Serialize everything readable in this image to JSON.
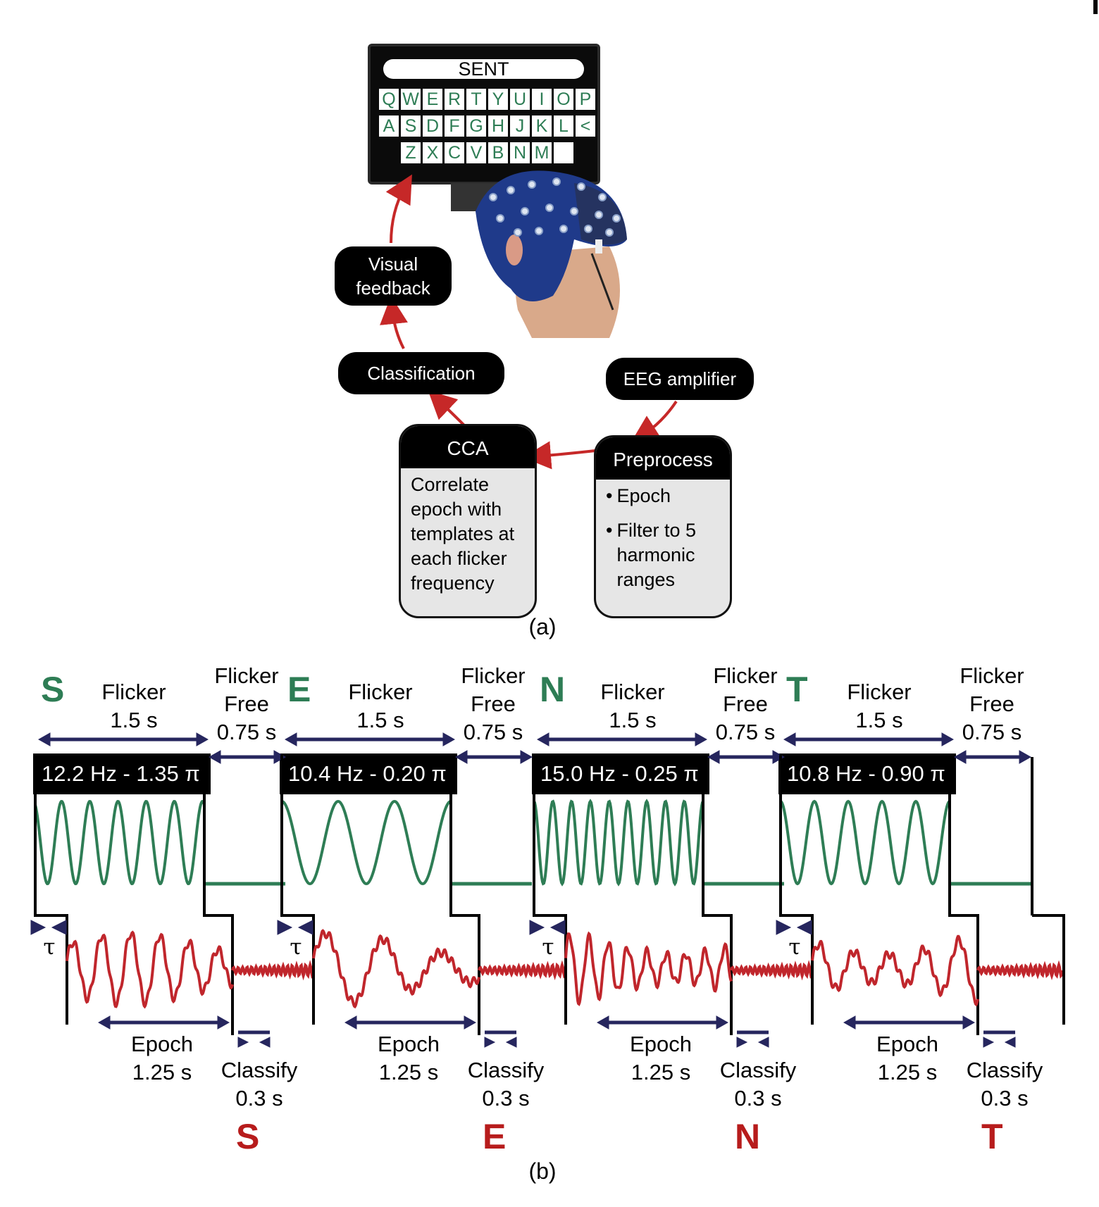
{
  "panel_a": {
    "caption": "(a)",
    "monitor": {
      "typed_text": "SENT",
      "keyboard_rows": [
        [
          "Q",
          "W",
          "E",
          "R",
          "T",
          "Y",
          "U",
          "I",
          "O",
          "P"
        ],
        [
          "A",
          "S",
          "D",
          "F",
          "G",
          "H",
          "J",
          "K",
          "L",
          "<"
        ],
        [
          "Z",
          "X",
          "C",
          "V",
          "B",
          "N",
          "M",
          ""
        ]
      ]
    },
    "nodes": {
      "visual_feedback": "Visual feedback",
      "classification": "Classification",
      "eeg_amplifier": "EEG amplifier",
      "cca": {
        "title": "CCA",
        "body": "Correlate epoch with templates at each flicker frequency"
      },
      "preprocess": {
        "title": "Preprocess",
        "bullets": [
          "Epoch",
          "Filter to 5 harmonic ranges"
        ]
      }
    }
  },
  "panel_b": {
    "caption": "(b)",
    "flicker_label": "Flicker",
    "flicker_duration": "1.5 s",
    "flicker_free_label_1": "Flicker",
    "flicker_free_label_2": "Free",
    "flicker_free_duration": "0.75 s",
    "tau": "τ",
    "epoch_label": "Epoch",
    "epoch_duration": "1.25 s",
    "classify_label": "Classify",
    "classify_duration": "0.3 s",
    "segments": [
      {
        "target": "S",
        "stimulus": "12.2 Hz - 1.35 π",
        "frequency_hz": 12.2,
        "phase_pi": 1.35,
        "output": "S"
      },
      {
        "target": "E",
        "stimulus": "10.4 Hz - 0.20 π",
        "frequency_hz": 10.4,
        "phase_pi": 0.2,
        "output": "E"
      },
      {
        "target": "N",
        "stimulus": "15.0 Hz - 0.25 π",
        "frequency_hz": 15.0,
        "phase_pi": 0.25,
        "output": "N"
      },
      {
        "target": "T",
        "stimulus": "10.8 Hz - 0.90 π",
        "frequency_hz": 10.8,
        "phase_pi": 0.9,
        "output": "T"
      }
    ]
  },
  "colors": {
    "green": "#2e7d55",
    "red": "#c0262c",
    "navy": "#26265e",
    "arrow_red": "#c62828"
  }
}
